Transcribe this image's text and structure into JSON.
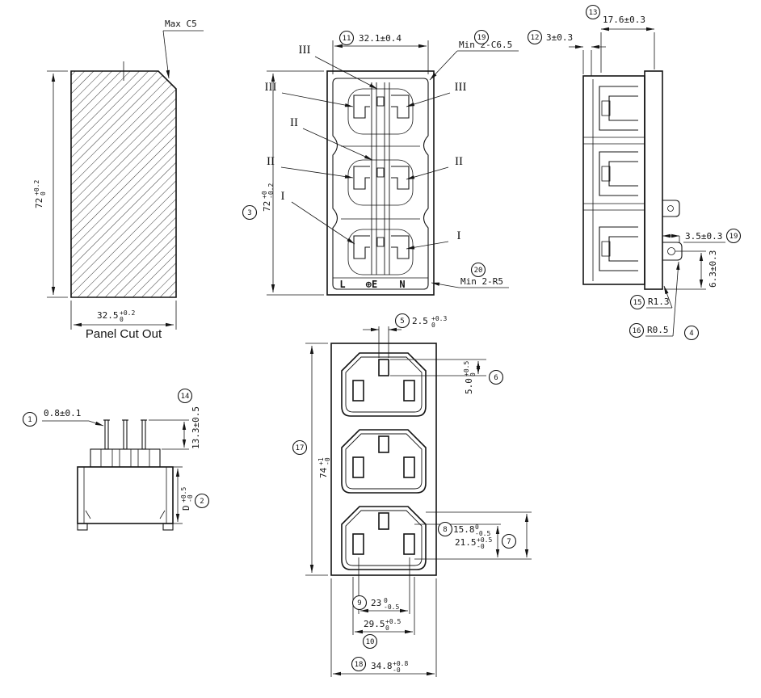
{
  "drawing": {
    "panel_cutout": {
      "title": "Panel Cut Out",
      "chamfer_note": "Max C5",
      "dim_height": {
        "v": "72",
        "sup": "+0.2",
        "sub": "0"
      },
      "dim_width": {
        "v": "32.5",
        "sup": "+0.2",
        "sub": "0"
      }
    },
    "rear_view": {
      "dim_width": "32.1±0.4",
      "dim_height": {
        "v": "72",
        "sup": "+0",
        "sub": "-0.2"
      },
      "note_chamfer": "Min 2-C6.5",
      "note_radius": "Min 2-R5",
      "terminal_l": "L",
      "terminal_e": "⊕E",
      "terminal_n": "N",
      "numerals": [
        "III",
        "III",
        "III",
        "II",
        "II",
        "II",
        "I",
        "I"
      ]
    },
    "side_view": {
      "dim_depth": "17.6±0.3",
      "dim_panel": "3±0.3",
      "dim_flange": "3.5±0.3",
      "dim_lug": "6.3±0.3",
      "radius_1": "R1.3",
      "radius_2": "R0.5"
    },
    "pin_view": {
      "dim_pin_width": "0.8±0.1",
      "dim_pin_height": "13.3±0.5",
      "dim_body": {
        "v": "D",
        "sup": "+0.5",
        "sub": "-0"
      }
    },
    "face_view": {
      "dim_slot": {
        "v": "2.5",
        "sup": "+0.3",
        "sub": "0"
      },
      "dim_slot_offset": {
        "v": "5.0",
        "sup": "+0.5",
        "sub": "0"
      },
      "dim_height": {
        "v": "74",
        "sup": "+1",
        "sub": "-0"
      },
      "dim_inner": {
        "v": "15.8",
        "sup": "0",
        "sub": "-0.5"
      },
      "dim_outer": {
        "v": "21.5",
        "sup": "+0.5",
        "sub": "-0"
      },
      "dim_pitch": {
        "v": "23",
        "sup": "0",
        "sub": "-0.5"
      },
      "dim_span": {
        "v": "29.5",
        "sup": "+0.5",
        "sub": "0"
      },
      "dim_width": {
        "v": "34.8",
        "sup": "+0.8",
        "sub": "-0"
      }
    },
    "callouts": {
      "c1": "1",
      "c2": "2",
      "c3": "3",
      "c4": "4",
      "c5": "5",
      "c6": "6",
      "c7": "7",
      "c8": "8",
      "c9": "9",
      "c10": "10",
      "c11": "11",
      "c12": "12",
      "c13": "13",
      "c14": "14",
      "c15": "15",
      "c16": "16",
      "c17": "17",
      "c18": "18",
      "c19": "19",
      "c20": "20"
    }
  }
}
